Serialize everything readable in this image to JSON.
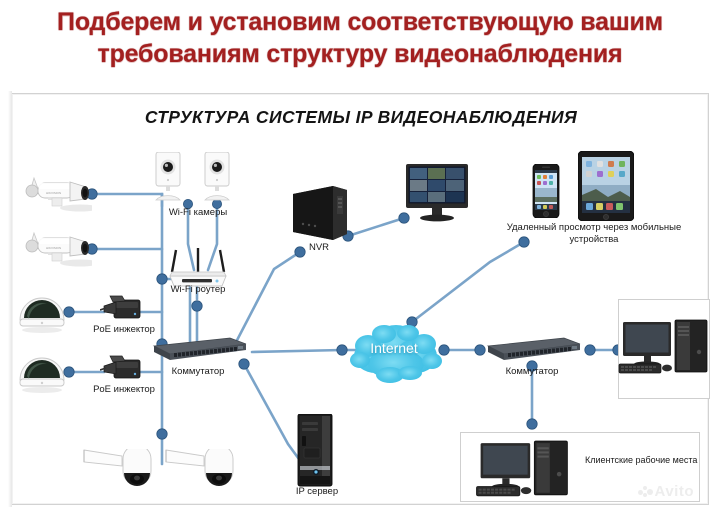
{
  "headline": {
    "line1": "Подберем и установим соответствующую вашим",
    "line2": "требованиям структуру видеонаблюдения",
    "color": "#a32020"
  },
  "diagram": {
    "title": "СТРУКТУРА СИСТЕМЫ IP ВИДЕОНАБЛЮДЕНИЯ",
    "accent_line_color": "#6f9ec4",
    "node_color": "#3f6e9e",
    "cloud_color": "#4ec6e8",
    "labels": {
      "wifi_cameras": "Wi-Fi камеры",
      "wifi_router": "Wi-Fi роутер",
      "nvr": "NVR",
      "poe_injector_1": "PoE инжектор",
      "poe_injector_2": "PoE инжектор",
      "switch_left": "Коммутатор",
      "switch_right": "Коммутатор",
      "internet": "Internet",
      "remote_view": "Удаленный просмотр через мобильные устройства",
      "ip_server": "IP сервер",
      "client_workstations": "Клиентские рабочие места"
    }
  },
  "watermark": {
    "text": "Avito"
  }
}
